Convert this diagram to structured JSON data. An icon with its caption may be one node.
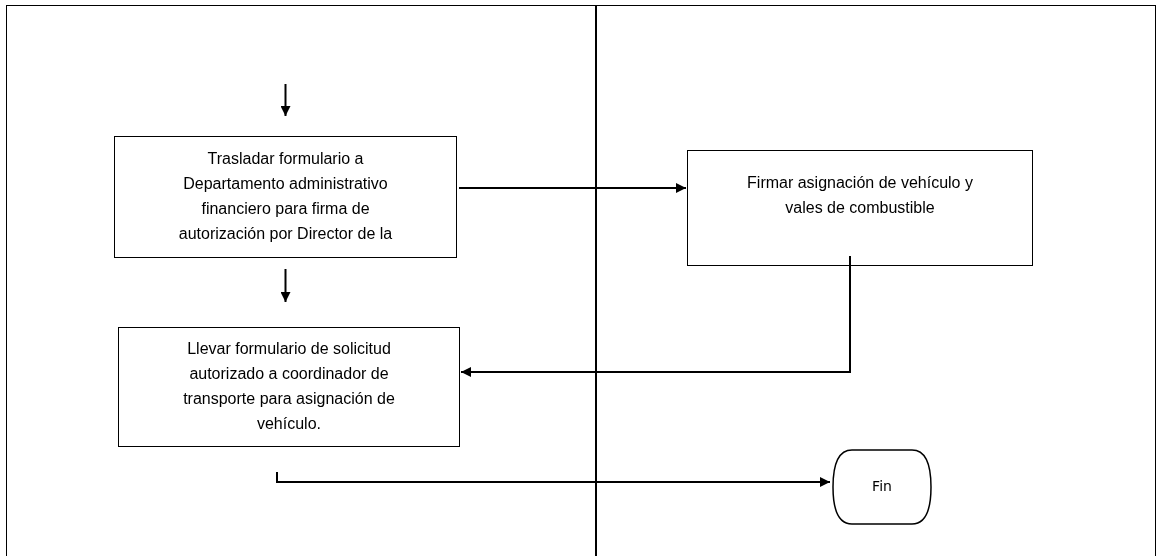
{
  "diagram": {
    "nodes": [
      {
        "text": [
          "Trasladar formulario a Departamento administrativo financiero para firma de autorización por Director de la"
        ]
      },
      {
        "text": [
          "Firmar asignación de vehículo y vales de combustible"
        ]
      },
      {
        "text": [
          "Llevar formulario de solicitud autorizado a coordinador de transporte para asignación de vehículo."
        ]
      },
      {
        "text": [
          "Fin"
        ]
      }
    ],
    "edges": [
      {
        "from": null,
        "to": 0,
        "arrow": "to"
      },
      {
        "from": 0,
        "to": 1,
        "arrow": "to"
      },
      {
        "from": 0,
        "to": 2,
        "arrow": "to"
      },
      {
        "from": 1,
        "to": 2,
        "arrow": "to"
      },
      {
        "from": 2,
        "to": 3,
        "arrow": "to"
      }
    ]
  }
}
